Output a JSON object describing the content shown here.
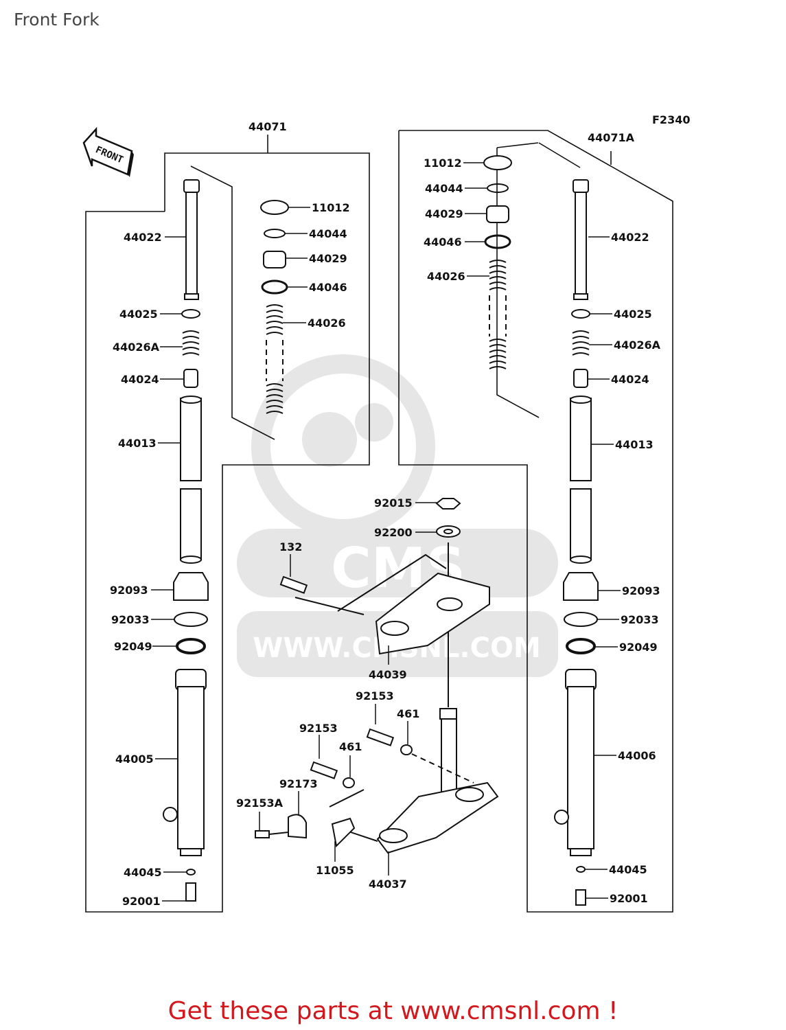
{
  "page": {
    "title": "Front Fork",
    "promo": "Get these parts at www.cmsnl.com !"
  },
  "diagram": {
    "figure_code": "F2340",
    "front_label": "FRONT",
    "watermark": "WWW.CMSNL.COM",
    "watermark_logo": "CMS",
    "colors": {
      "lines": "#111111",
      "parts": "#ffffff",
      "watermark": "#e6e6e6",
      "promo": "#d4171c"
    },
    "parts": {
      "p44071": "44071",
      "p44071A": "44071A",
      "p11012_l": "11012",
      "p44044_l": "44044",
      "p44029_l": "44029",
      "p44046_l": "44046",
      "p44026_l": "44026",
      "p44022_l": "44022",
      "p44025_l": "44025",
      "p44026A_l": "44026A",
      "p44024_l": "44024",
      "p44013_l": "44013",
      "p92093_l": "92093",
      "p92033_l": "92033",
      "p92049_l": "92049",
      "p44005": "44005",
      "p44045_l": "44045",
      "p92001_l": "92001",
      "p11012_r": "11012",
      "p44044_r": "44044",
      "p44029_r": "44029",
      "p44046_r": "44046",
      "p44026_r": "44026",
      "p44022_r": "44022",
      "p44025_r": "44025",
      "p44026A_r": "44026A",
      "p44024_r": "44024",
      "p44013_r": "44013",
      "p92093_r": "92093",
      "p92033_r": "92033",
      "p92049_r": "92049",
      "p44006": "44006",
      "p44045_r": "44045",
      "p92001_r": "92001",
      "p92015": "92015",
      "p92200": "92200",
      "p132": "132",
      "p44039": "44039",
      "p92153_a": "92153",
      "p461_a": "461",
      "p92153_b": "92153",
      "p461_b": "461",
      "p92173": "92173",
      "p92153A": "92153A",
      "p11055": "11055",
      "p44037": "44037"
    }
  }
}
